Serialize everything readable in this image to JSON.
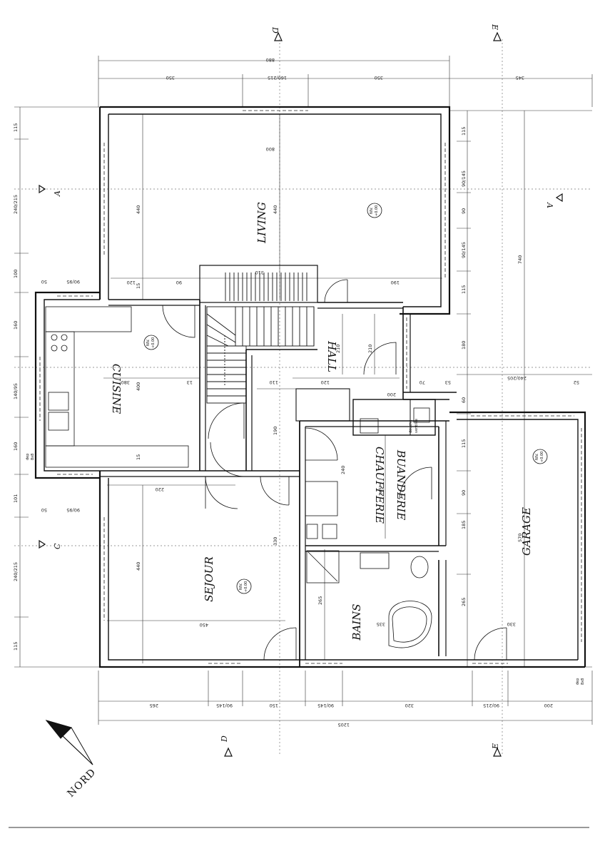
{
  "rooms": {
    "living": "LIVING",
    "hall": "HALL",
    "cuisine": "CUISINE",
    "chaufferie": "CHAUFFERIE",
    "buanderie": "BUANDERIE",
    "garage": "GARAGE",
    "sejour": "SEJOUR",
    "bains": "BAINS"
  },
  "levels": {
    "nv_label": "NIV.",
    "nv_value": "+0.00"
  },
  "compass": {
    "label": "NORD"
  },
  "sections": {
    "a": "A",
    "c": "C",
    "d": "D",
    "e": "E"
  },
  "labels": {
    "douche": "douche",
    "ventilee": "ventilée",
    "dep": "dep",
    "dep_size": "8x8"
  },
  "dims": {
    "top_total": "880",
    "top_350a": "350",
    "top_160_215": "160/215",
    "top_350b": "350",
    "top_345": "345",
    "bot_total": "1205",
    "bot_265": "265",
    "bot_90_145a": "90/145",
    "bot_150": "150",
    "bot_90_145b": "90/145",
    "bot_320": "320",
    "bot_90_215": "90/215",
    "bot_200": "200",
    "left_115a": "115",
    "left_240_215a": "240/215",
    "left_100": "100",
    "left_160a": "160",
    "left_140_95": "140/95",
    "left_160b": "160",
    "left_101": "101",
    "left_240_215b": "240/215",
    "left_115b": "115",
    "right_115a": "115",
    "right_90_145a": "90/145",
    "right_90": "90",
    "right_90_145b": "90/145",
    "right_115b": "115",
    "right_180": "180",
    "right_60": "60",
    "right_115c": "115",
    "right_90b": "90",
    "right_185": "185",
    "right_265": "265",
    "liv_800": "800",
    "liv_440a": "440",
    "liv_440b": "440",
    "liv_190": "190",
    "liv_310": "310",
    "liv_120": "120",
    "liv_90": "90",
    "liv_15": "15",
    "gar_740": "740",
    "gar_570": "570",
    "gar_240_205": "240/205",
    "gar_330": "330",
    "cui_400": "400",
    "cui_380": "380",
    "cui_13": "13",
    "cui_15": "15",
    "sej_440": "440",
    "sej_330": "330",
    "sej_450": "450",
    "sej_220": "220",
    "hall_210a": "210",
    "hall_210b": "210",
    "hall_120": "120",
    "hall_110": "110",
    "hall_190": "190",
    "bains_265": "265",
    "bains_335": "335",
    "chauf_245": "245",
    "chauf_240": "240",
    "w_50_95a": "50",
    "w_90_95a": "90/95",
    "w_50_95b": "50",
    "w_90_95b": "90/95",
    "h_200": "200",
    "h_70": "70",
    "h_53": "53",
    "h_52": "52"
  }
}
